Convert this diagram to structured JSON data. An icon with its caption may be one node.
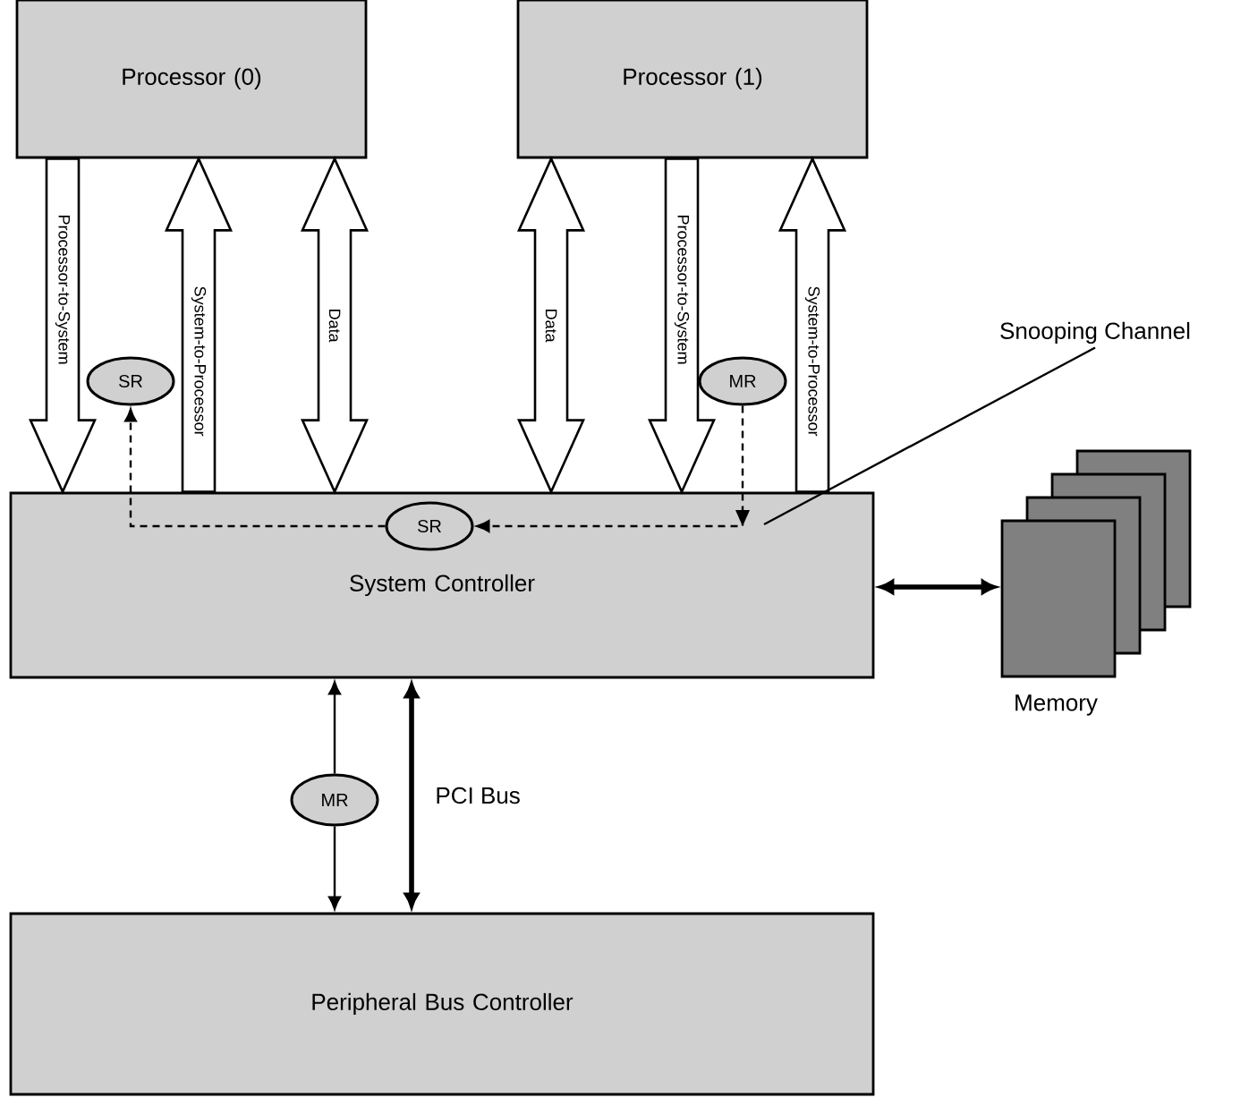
{
  "diagram": {
    "nodes": [
      {
        "text": [
          "Processor (0)"
        ]
      },
      {
        "text": [
          "Processor (1)"
        ]
      },
      {
        "text": [
          "System Controller"
        ]
      },
      {
        "text": [
          "Peripheral Bus Controller"
        ]
      },
      {
        "text": [],
        "shape": "picture",
        "beside": [
          "Memory"
        ]
      },
      {
        "text": [
          "SR"
        ]
      },
      {
        "text": [
          "MR"
        ]
      },
      {
        "text": [
          "SR"
        ],
        "in": 2
      },
      {
        "text": [
          "MR"
        ]
      },
      {
        "text": [
          "Snooping Channel"
        ]
      }
    ],
    "edges": [
      {
        "from": 0,
        "to": 2,
        "arrow": "to",
        "label": "Processor-to-System"
      },
      {
        "from": 2,
        "to": 0,
        "arrow": "to",
        "label": "System-to-Processor"
      },
      {
        "from": 0,
        "to": 2,
        "arrow": "both",
        "label": "Data"
      },
      {
        "from": 1,
        "to": 2,
        "arrow": "both",
        "label": "Data"
      },
      {
        "from": 1,
        "to": 2,
        "arrow": "to",
        "label": "Processor-to-System"
      },
      {
        "from": 2,
        "to": 1,
        "arrow": "to",
        "label": "System-to-Processor"
      },
      {
        "from": 6,
        "to": 7,
        "arrow": "to",
        "style": "dashed"
      },
      {
        "from": 7,
        "to": 5,
        "arrow": "to",
        "style": "dashed"
      },
      {
        "from": 8,
        "to": 2,
        "arrow": "to"
      },
      {
        "from": 8,
        "to": 3,
        "arrow": "to"
      },
      {
        "from": 2,
        "to": 3,
        "arrow": "both",
        "style": "thick",
        "label": "PCI Bus"
      },
      {
        "from": 2,
        "to": 4,
        "arrow": "both",
        "style": "thick"
      },
      {
        "from": 9,
        "to": null,
        "arrow": "none"
      }
    ]
  }
}
